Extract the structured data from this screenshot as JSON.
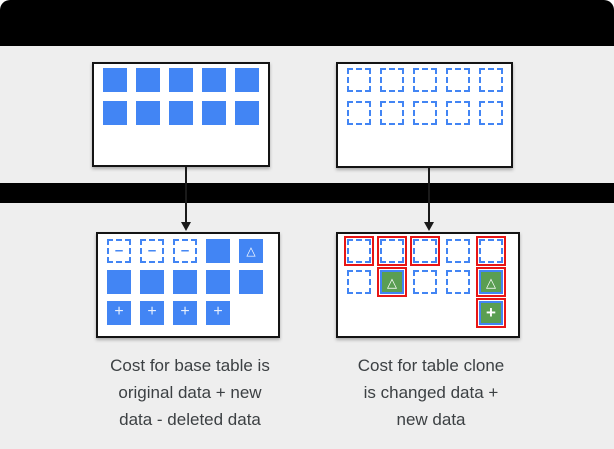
{
  "colors": {
    "bg": "#eeeeee",
    "bar": "#000000",
    "boxbg": "#ffffff",
    "boxborder": "#141414",
    "blue": "#4285f4",
    "green": "#5a9e52",
    "red": "#e81515",
    "text": "#3c4043",
    "lightglyph": "#e7effd"
  },
  "glyphs": {
    "minus": "–",
    "plus": "+",
    "delta": "△"
  },
  "glyph_for": {
    "dashed_minus": "minus",
    "solid_delta": "delta",
    "solid_plus": "plus",
    "green_delta_red": "delta",
    "green_plus_red": "plus"
  },
  "diagram": {
    "base_before": {
      "rows": [
        [
          "solid",
          "solid",
          "solid",
          "solid",
          "solid"
        ],
        [
          "solid",
          "solid",
          "solid",
          "solid",
          "solid"
        ]
      ]
    },
    "clone_before": {
      "rows": [
        [
          "dashed",
          "dashed",
          "dashed",
          "dashed",
          "dashed"
        ],
        [
          "dashed",
          "dashed",
          "dashed",
          "dashed",
          "dashed"
        ]
      ]
    },
    "base_after": {
      "rows": [
        [
          "dashed_minus",
          "dashed_minus",
          "dashed_minus",
          "solid",
          "solid_delta"
        ],
        [
          "solid",
          "solid",
          "solid",
          "solid",
          "solid"
        ],
        [
          "solid_plus",
          "solid_plus",
          "solid_plus",
          "solid_plus",
          "empty"
        ]
      ]
    },
    "clone_after": {
      "rows": [
        [
          "dashed_red",
          "dashed_red",
          "dashed_red",
          "dashed",
          "dashed_red"
        ],
        [
          "dashed",
          "green_delta_red",
          "dashed",
          "dashed",
          "green_delta_red"
        ],
        [
          "empty",
          "empty",
          "empty",
          "empty",
          "green_plus_red"
        ]
      ]
    }
  },
  "captions": {
    "left": [
      "Cost for base table is",
      "original data + new",
      "data - deleted data"
    ],
    "right": [
      "Cost for table clone",
      "is changed data +",
      "new data"
    ]
  }
}
